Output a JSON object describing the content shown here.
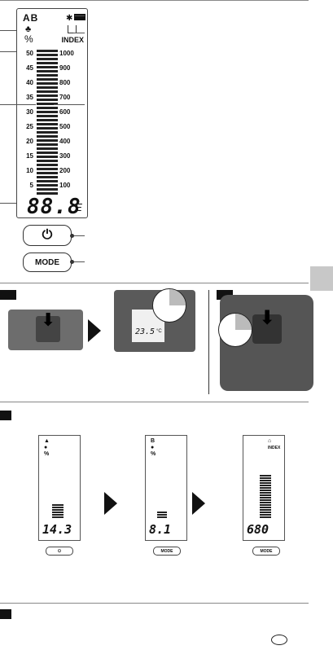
{
  "display": {
    "mode_letters": "AB",
    "unit_percent": "%",
    "index_label": "INDEX",
    "left_scale": [
      "50",
      "45",
      "40",
      "35",
      "30",
      "25",
      "20",
      "15",
      "10",
      "5"
    ],
    "right_scale": [
      "1000",
      "900",
      "800",
      "700",
      "600",
      "500",
      "400",
      "300",
      "200",
      "100"
    ],
    "digits": "88.8",
    "temp_unit": "°E"
  },
  "buttons": {
    "power_symbol": "⏻",
    "mode_label": "MODE"
  },
  "step1": {
    "lcd_reading": "23.5",
    "lcd_unit": "°C"
  },
  "step2": {
    "screens": [
      {
        "label_lines": [
          "▲",
          "●",
          "%"
        ],
        "digits": "14.3",
        "button": "⏻"
      },
      {
        "label_lines": [
          "B",
          "●",
          "%"
        ],
        "digits": "8.1",
        "button": "MODE"
      },
      {
        "label_lines": [
          "⌂",
          "INDEX"
        ],
        "digits": "680",
        "button": "MODE"
      }
    ]
  }
}
